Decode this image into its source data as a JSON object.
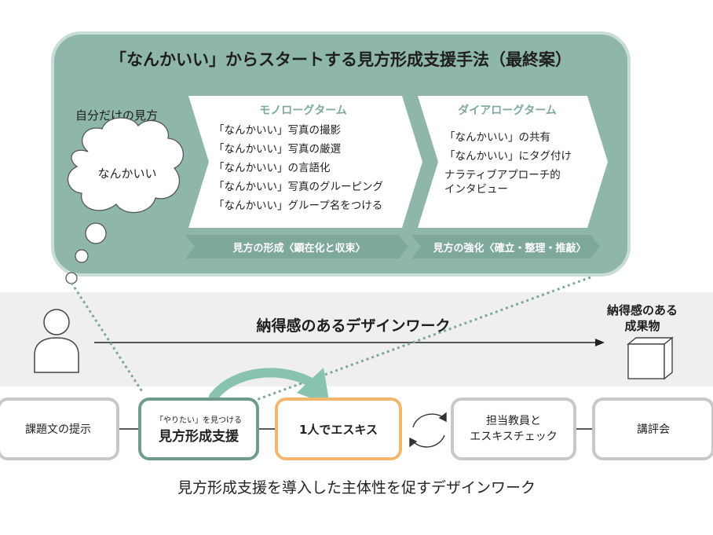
{
  "panel": {
    "title": "「なんかいい」からスタートする見方形成支援手法（最終案）",
    "self_view_label": "自分だけの見方",
    "cloud_text": "なんかいい",
    "monologue": {
      "heading": "モノローグターム",
      "items": [
        "「なんかいい」写真の撮影",
        "「なんかいい」写真の厳選",
        "「なんかいい」の言語化",
        "「なんかいい」写真のグルーピング",
        "「なんかいい」グループ名をつける"
      ],
      "footer": "見方の形成〈顕在化と収束〉"
    },
    "dialogue": {
      "heading": "ダイアローグターム",
      "items": [
        "「なんかいい」の共有",
        "「なんかいい」にタグ付け",
        "ナラティブアプローチ的",
        "インタビュー"
      ],
      "footer": "見方の強化〈確立・整理・推敲〉"
    }
  },
  "timeline": {
    "work_label": "納得感のあるデザインワーク",
    "result_label_line1": "納得感のある",
    "result_label_line2": "成果物"
  },
  "steps": {
    "assignment": "課題文の提示",
    "support_small": "「やりたい」を見つける",
    "support_main": "見方形成支援",
    "sketch": "1人でエスキス",
    "check_line1": "担当教員と",
    "check_line2": "エスキスチェック",
    "review": "講評会"
  },
  "caption": "見方形成支援を導入した主体性を促すデザインワーク",
  "colors": {
    "panel_fill": "#8fb6ab",
    "panel_border": "#c9ddd7",
    "green_box": "#6f9b8f",
    "orange_box": "#f2b66e",
    "gray_box": "#c8c8c8",
    "footer_band": "#7fa89d"
  }
}
